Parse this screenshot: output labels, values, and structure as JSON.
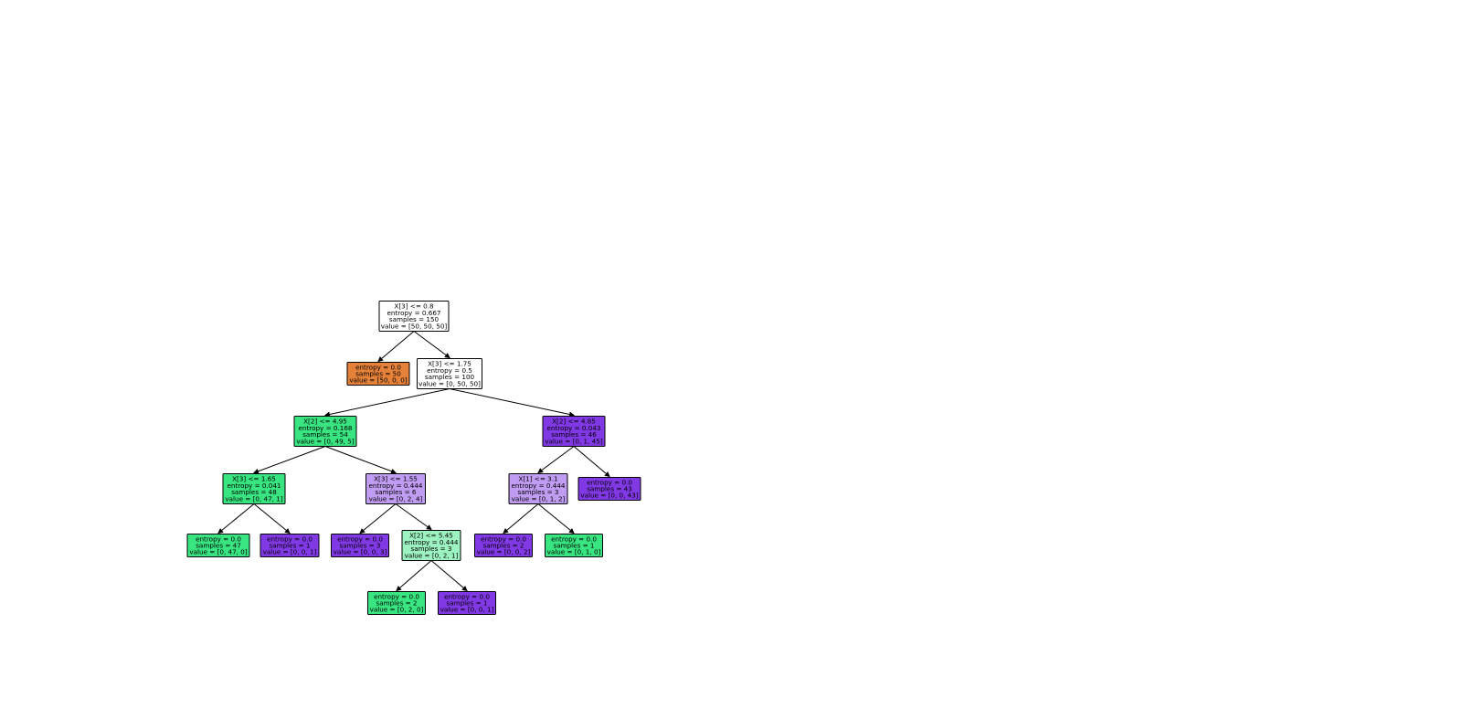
{
  "colors": {
    "white": "#ffffff",
    "orange": "#e58139",
    "green": "#39e581",
    "purple": "#8139e5",
    "light_purple": "#c09cf2",
    "light_green": "#9cf2c0",
    "border": "#000000"
  },
  "tree": {
    "nodes": [
      {
        "id": "n0",
        "color": "white",
        "lines": [
          "X[3] <= 0.8",
          "entropy = 0.667",
          "samples = 150",
          "value = [50, 50, 50]"
        ]
      },
      {
        "id": "n1",
        "color": "orange",
        "lines": [
          "entropy = 0.0",
          "samples = 50",
          "value = [50, 0, 0]"
        ]
      },
      {
        "id": "n2",
        "color": "white",
        "lines": [
          "X[3] <= 1.75",
          "entropy = 0.5",
          "samples = 100",
          "value = [0, 50, 50]"
        ]
      },
      {
        "id": "n3",
        "color": "green",
        "lines": [
          "X[2] <= 4.95",
          "entropy = 0.168",
          "samples = 54",
          "value = [0, 49, 5]"
        ]
      },
      {
        "id": "n4",
        "color": "green",
        "lines": [
          "X[3] <= 1.65",
          "entropy = 0.041",
          "samples = 48",
          "value = [0, 47, 1]"
        ]
      },
      {
        "id": "n5",
        "color": "green",
        "lines": [
          "entropy = 0.0",
          "samples = 47",
          "value = [0, 47, 0]"
        ]
      },
      {
        "id": "n6",
        "color": "purple",
        "lines": [
          "entropy = 0.0",
          "samples = 1",
          "value = [0, 0, 1]"
        ]
      },
      {
        "id": "n7",
        "color": "light_purple",
        "lines": [
          "X[3] <= 1.55",
          "entropy = 0.444",
          "samples = 6",
          "value = [0, 2, 4]"
        ]
      },
      {
        "id": "n8",
        "color": "purple",
        "lines": [
          "entropy = 0.0",
          "samples = 3",
          "value = [0, 0, 3]"
        ]
      },
      {
        "id": "n9",
        "color": "light_green",
        "lines": [
          "X[2] <= 5.45",
          "entropy = 0.444",
          "samples = 3",
          "value = [0, 2, 1]"
        ]
      },
      {
        "id": "n10",
        "color": "green",
        "lines": [
          "entropy = 0.0",
          "samples = 2",
          "value = [0, 2, 0]"
        ]
      },
      {
        "id": "n11",
        "color": "purple",
        "lines": [
          "entropy = 0.0",
          "samples = 1",
          "value = [0, 0, 1]"
        ]
      },
      {
        "id": "n12",
        "color": "purple",
        "lines": [
          "X[2] <= 4.85",
          "entropy = 0.043",
          "samples = 46",
          "value = [0, 1, 45]"
        ]
      },
      {
        "id": "n13",
        "color": "light_purple",
        "lines": [
          "X[1] <= 3.1",
          "entropy = 0.444",
          "samples = 3",
          "value = [0, 1, 2]"
        ]
      },
      {
        "id": "n14",
        "color": "purple",
        "lines": [
          "entropy = 0.0",
          "samples = 2",
          "value = [0, 0, 2]"
        ]
      },
      {
        "id": "n15",
        "color": "green",
        "lines": [
          "entropy = 0.0",
          "samples = 1",
          "value = [0, 1, 0]"
        ]
      },
      {
        "id": "n16",
        "color": "purple",
        "lines": [
          "entropy = 0.0",
          "samples = 43",
          "value = [0, 0, 43]"
        ]
      }
    ],
    "edges": [
      [
        "n0",
        "n1"
      ],
      [
        "n0",
        "n2"
      ],
      [
        "n2",
        "n3"
      ],
      [
        "n2",
        "n12"
      ],
      [
        "n3",
        "n4"
      ],
      [
        "n3",
        "n7"
      ],
      [
        "n4",
        "n5"
      ],
      [
        "n4",
        "n6"
      ],
      [
        "n7",
        "n8"
      ],
      [
        "n7",
        "n9"
      ],
      [
        "n9",
        "n10"
      ],
      [
        "n9",
        "n11"
      ],
      [
        "n12",
        "n13"
      ],
      [
        "n12",
        "n16"
      ],
      [
        "n13",
        "n14"
      ],
      [
        "n13",
        "n15"
      ]
    ]
  }
}
